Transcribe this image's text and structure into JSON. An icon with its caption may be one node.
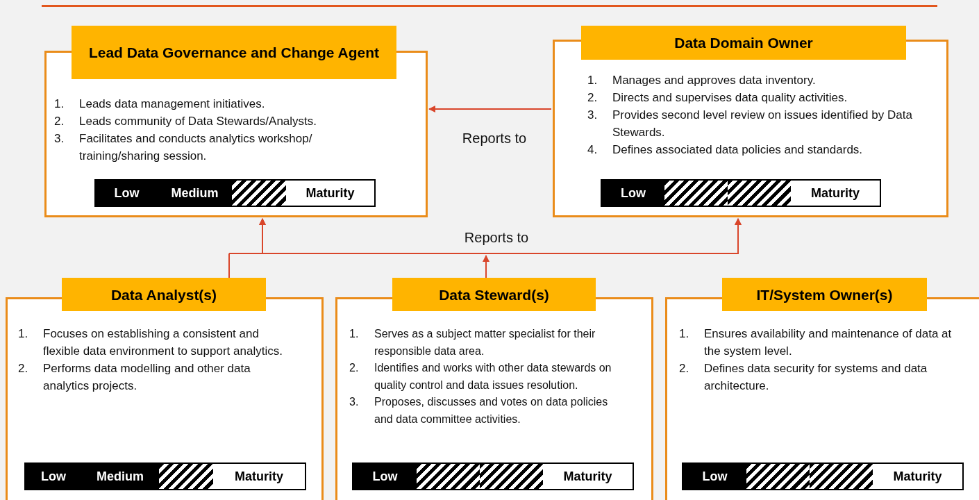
{
  "diagram": {
    "nodes": [
      {
        "text": [
          "Lead Data Governance and Change Agent",
          "1. Leads data management initiatives.",
          "2. Leads community of Data Stewards/Analysts.",
          "3. Facilitates and conducts analytics workshop/ training/sharing session."
        ]
      },
      {
        "text": [
          "Low",
          "Medium",
          "Maturity"
        ],
        "in": 0
      },
      {
        "text": [
          "Data Domain Owner",
          "1. Manages and approves data inventory.",
          "2. Directs and supervises data quality activities.",
          "3. Provides second level review on issues identified by Data Stewards.",
          "4. Defines associated data policies and standards."
        ]
      },
      {
        "text": [
          "Low",
          "Maturity"
        ],
        "in": 2
      },
      {
        "text": [
          "Data Analyst(s)",
          "1. Focuses on establishing a consistent and flexible data environment to support analytics.",
          "2. Performs data modelling and other data analytics projects."
        ]
      },
      {
        "text": [
          "Low",
          "Medium",
          "Maturity"
        ],
        "in": 4
      },
      {
        "text": [
          "Data Steward(s)",
          "1. Serves as a subject matter specialist for their responsible data area.",
          "2. Identifies and works with other data stewards on quality control and data issues resolution.",
          "3. Proposes, discusses and votes on data policies and data committee activities."
        ]
      },
      {
        "text": [
          "Low",
          "Maturity"
        ],
        "in": 6
      },
      {
        "text": [
          "IT/System Owner(s)",
          "1. Ensures availability and maintenance of data at the system level.",
          "2. Defines data security for systems and data architecture."
        ]
      },
      {
        "text": [
          "Low",
          "Maturity"
        ],
        "in": 8
      }
    ],
    "edges": [
      {
        "from": 2,
        "to": 0,
        "arrow": "to",
        "label": "Reports to"
      },
      {
        "from": 4,
        "to": 0,
        "arrow": "to"
      },
      {
        "from": 4,
        "to": 2,
        "arrow": "to",
        "label": "Reports to"
      },
      {
        "from": 6,
        "to": 0,
        "arrow": "to"
      },
      {
        "from": 6,
        "to": 2,
        "arrow": "to"
      }
    ]
  }
}
